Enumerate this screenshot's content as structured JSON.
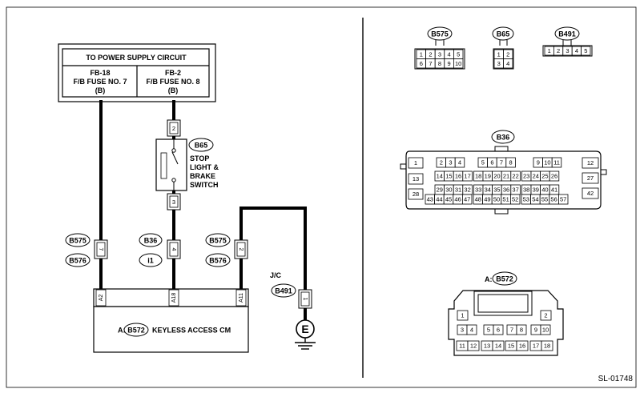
{
  "power_supply": {
    "title": "TO POWER SUPPLY CIRCUIT",
    "fuse_left": [
      "FB-18",
      "F/B FUSE NO. 7",
      "(B)"
    ],
    "fuse_right": [
      "FB-2",
      "F/B FUSE NO. 8",
      "(B)"
    ]
  },
  "stop_switch": {
    "connector": "B65",
    "label": [
      "STOP",
      "LIGHT &",
      "BRAKE",
      "SWITCH"
    ],
    "pin_top": "2",
    "pin_bottom": "3"
  },
  "wire_connectors": [
    {
      "top": "B575",
      "bottom": "B576",
      "pin": "7"
    },
    {
      "top": "B36",
      "bottom": "i1",
      "pin": "4"
    },
    {
      "top": "B575",
      "bottom": "B576",
      "pin": "2"
    }
  ],
  "ground": {
    "jc_label": "J/C",
    "connector": "B491",
    "pin": "1",
    "symbol": "E"
  },
  "control_module": {
    "prefix": "A:",
    "connector": "B572",
    "name": "KEYLESS ACCESS CM",
    "pins": [
      "A2",
      "A18",
      "A11"
    ]
  },
  "connector_views": {
    "b575": {
      "label": "B575",
      "row1": [
        "1",
        "2",
        "3",
        "4",
        "5"
      ],
      "row2": [
        "6",
        "7",
        "8",
        "9",
        "10"
      ]
    },
    "b65": {
      "label": "B65",
      "row1": [
        "1",
        "2"
      ],
      "row2": [
        "3",
        "4"
      ]
    },
    "b491": {
      "label": "B491",
      "row1": [
        "1",
        "2",
        "3",
        "4",
        "5"
      ]
    },
    "b36": {
      "label": "B36",
      "row1": [
        "1",
        "2",
        "3",
        "4",
        "5",
        "6",
        "7",
        "8",
        "9",
        "10",
        "11",
        "12"
      ],
      "row2": [
        "13",
        "14",
        "15",
        "16",
        "17",
        "18",
        "19",
        "20",
        "21",
        "22",
        "23",
        "24",
        "25",
        "26",
        "27"
      ],
      "row3": [
        "28",
        "29",
        "30",
        "31",
        "32",
        "33",
        "34",
        "35",
        "36",
        "37",
        "38",
        "39",
        "40",
        "41",
        "42"
      ],
      "row4": [
        "43",
        "44",
        "45",
        "46",
        "47",
        "48",
        "49",
        "50",
        "51",
        "52",
        "53",
        "54",
        "55",
        "56",
        "57"
      ]
    },
    "b572": {
      "prefix": "A:",
      "label": "B572",
      "row1": [
        "1",
        "2"
      ],
      "row2": [
        "3",
        "4",
        "5",
        "6",
        "7",
        "8",
        "9",
        "10"
      ],
      "row3": [
        "11",
        "12",
        "13",
        "14",
        "15",
        "16",
        "17",
        "18"
      ]
    }
  },
  "figure_code": "SL-01748"
}
